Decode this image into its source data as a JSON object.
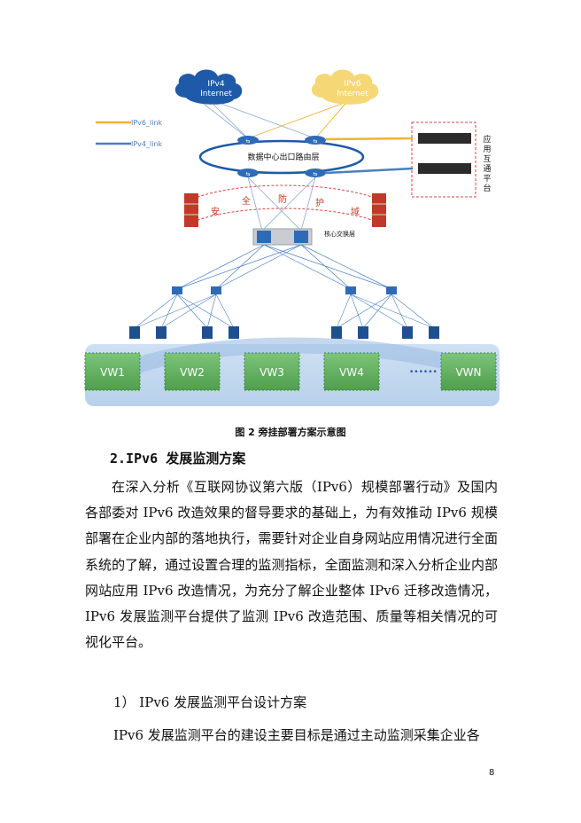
{
  "diagram": {
    "clouds": {
      "ipv4": [
        "IPv4",
        "Internet"
      ],
      "ipv6": [
        "IPv6",
        "Internet"
      ]
    },
    "legend": {
      "ipv6_link": "IPv6_link",
      "ipv4_link": "IPv4_link"
    },
    "router_layer": "数据中心出口路由层",
    "app_platform_label": "应用互通平台",
    "security_domain_chars": [
      "安",
      "全",
      "防",
      "护",
      "域"
    ],
    "core_switch_label": "核心交换层",
    "vw_labels": [
      "VW1",
      "VW2",
      "VW3",
      "VW4",
      "VWN"
    ],
    "ellipsis": "••••••",
    "colors": {
      "ipv4_link": "#4a7fc1",
      "ipv6_link": "#f2b233",
      "cloud_blue": "#1f5aa8",
      "cloud_gold": "#f5d775",
      "vw_green": "#6db76b",
      "firewall": "#c0392b"
    }
  },
  "caption": "图 2 旁挂部署方案示意图",
  "heading": "2.IPv6 发展监测方案",
  "paragraphs": {
    "p1": "在深入分析《互联网协议第六版（IPv6）规模部署行动》及国内各部委对 IPv6 改造效果的督导要求的基础上，为有效推动 IPv6 规模部署在企业内部的落地执行，需要针对企业自身网站应用情况进行全面系统的了解，通过设置合理的监测指标，全面监测和深入分析企业内部网站应用 IPv6 改造情况，为充分了解企业整体 IPv6 迁移改造情况，IPv6 发展监测平台提供了监测 IPv6 改造范围、质量等相关情况的可视化平台。",
    "p2": "1）  IPv6 发展监测平台设计方案",
    "p3": "IPv6 发展监测平台的建设主要目标是通过主动监测采集企业各"
  },
  "page_number": "8"
}
